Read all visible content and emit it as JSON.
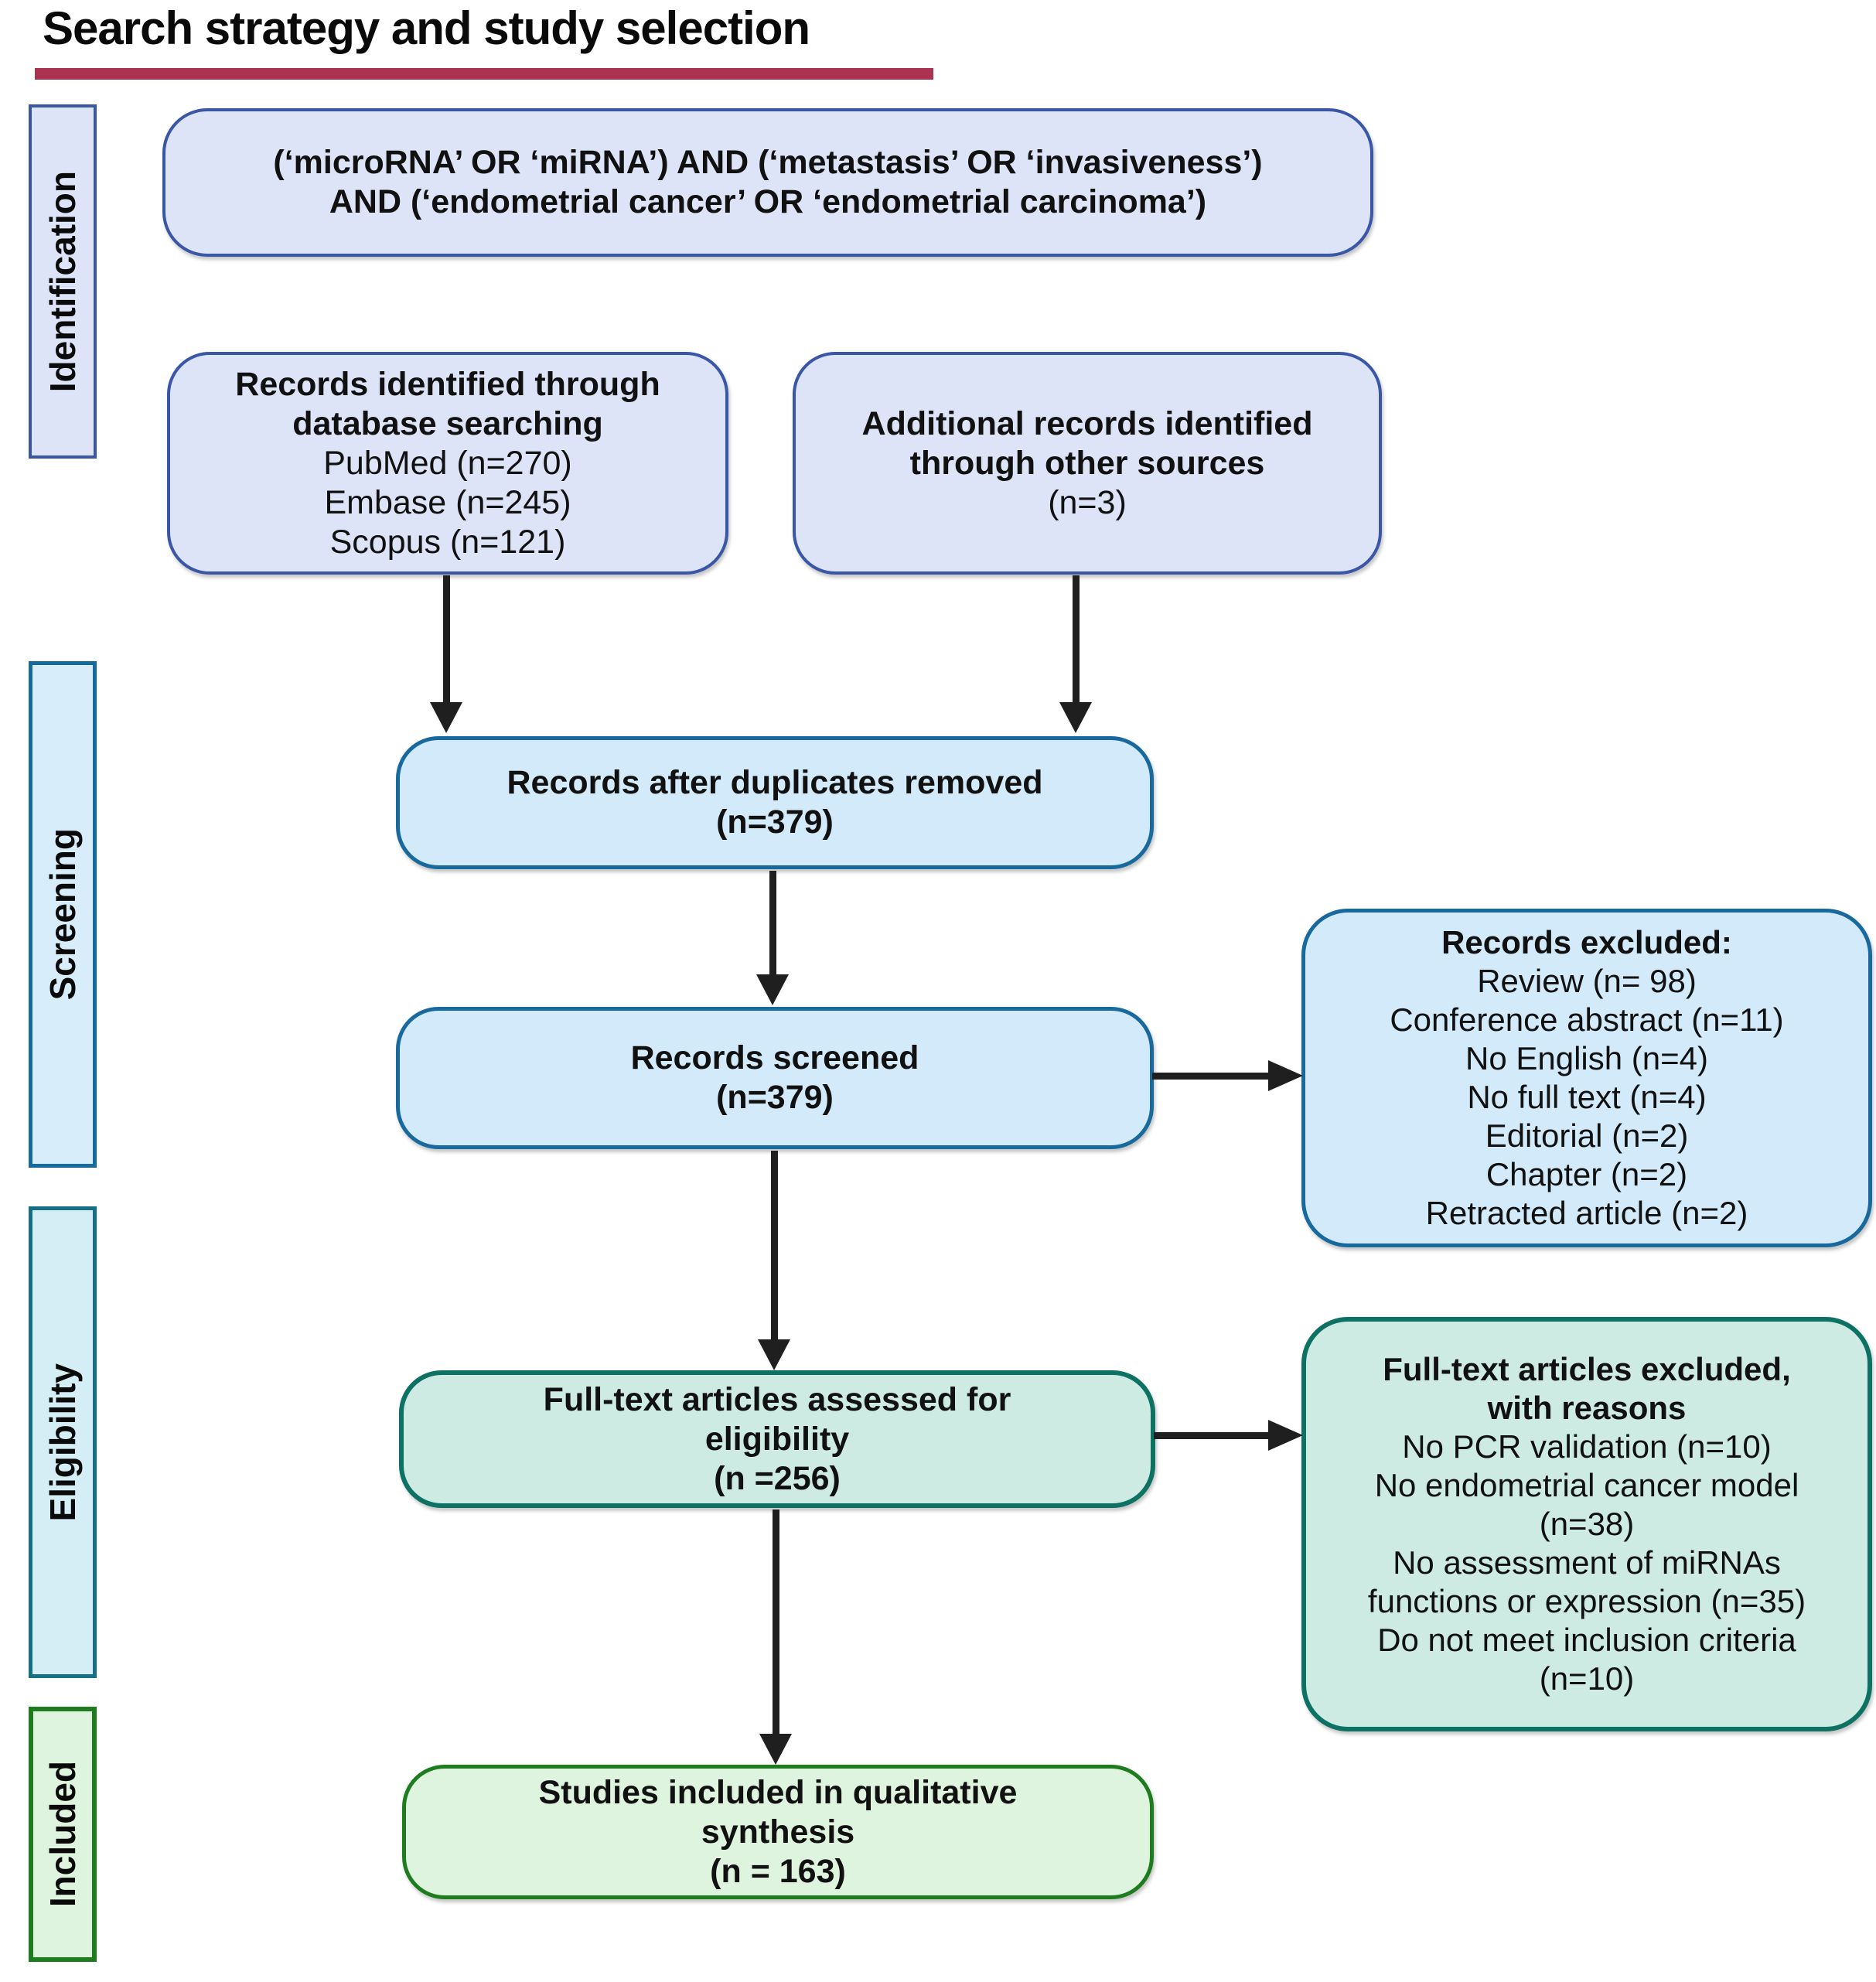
{
  "title": "Search strategy and study selection",
  "sidebar": {
    "identification": "Identification",
    "screening": "Screening",
    "eligibility": "Eligibility",
    "included": "Included"
  },
  "boxes": {
    "query": {
      "lines": [
        "(‘microRNA’ OR ‘miRNA’) AND (‘metastasis’ OR ‘invasiveness’)",
        "AND (‘endometrial cancer’ OR ‘endometrial carcinoma’)"
      ]
    },
    "db_search": {
      "title_lines": [
        "Records identified through",
        "database searching"
      ],
      "items": [
        "PubMed (n=270)",
        "Embase (n=245)",
        "Scopus (n=121)"
      ]
    },
    "other_sources": {
      "title_lines": [
        "Additional records identified",
        "through other sources"
      ],
      "items": [
        "(n=3)"
      ]
    },
    "duplicates": {
      "lines": [
        "Records after duplicates removed",
        "(n=379)"
      ]
    },
    "screened": {
      "lines": [
        "Records screened",
        "(n=379)"
      ]
    },
    "excluded": {
      "title": "Records excluded:",
      "items": [
        "Review (n= 98)",
        "Conference abstract (n=11)",
        "No English (n=4)",
        "No full text (n=4)",
        "Editorial (n=2)",
        "Chapter (n=2)",
        "Retracted article (n=2)"
      ]
    },
    "fulltext": {
      "lines": [
        "Full-text articles assessed for",
        "eligibility",
        "(n =256)"
      ]
    },
    "fulltext_excluded": {
      "title_lines": [
        "Full-text articles excluded,",
        "with reasons"
      ],
      "items": [
        "No PCR validation (n=10)",
        "No endometrial cancer model (n=38)",
        "No assessment of miRNAs functions or expression (n=35)",
        "Do not meet inclusion criteria (n=10)"
      ]
    },
    "included": {
      "lines": [
        "Studies included in qualitative",
        "synthesis",
        "(n = 163)"
      ]
    }
  },
  "colors": {
    "title_underline": "#ab3351",
    "identification_fill": "#dde4f8",
    "identification_border": "#3a57a7",
    "screening_fill": "#d2eafa",
    "screening_border": "#17699e",
    "eligibility_fill": "#cdebe3",
    "eligibility_border": "#0d7164",
    "included_fill": "#dff4de",
    "included_border": "#1d7c1e",
    "arrow": "#1f1f1f"
  }
}
